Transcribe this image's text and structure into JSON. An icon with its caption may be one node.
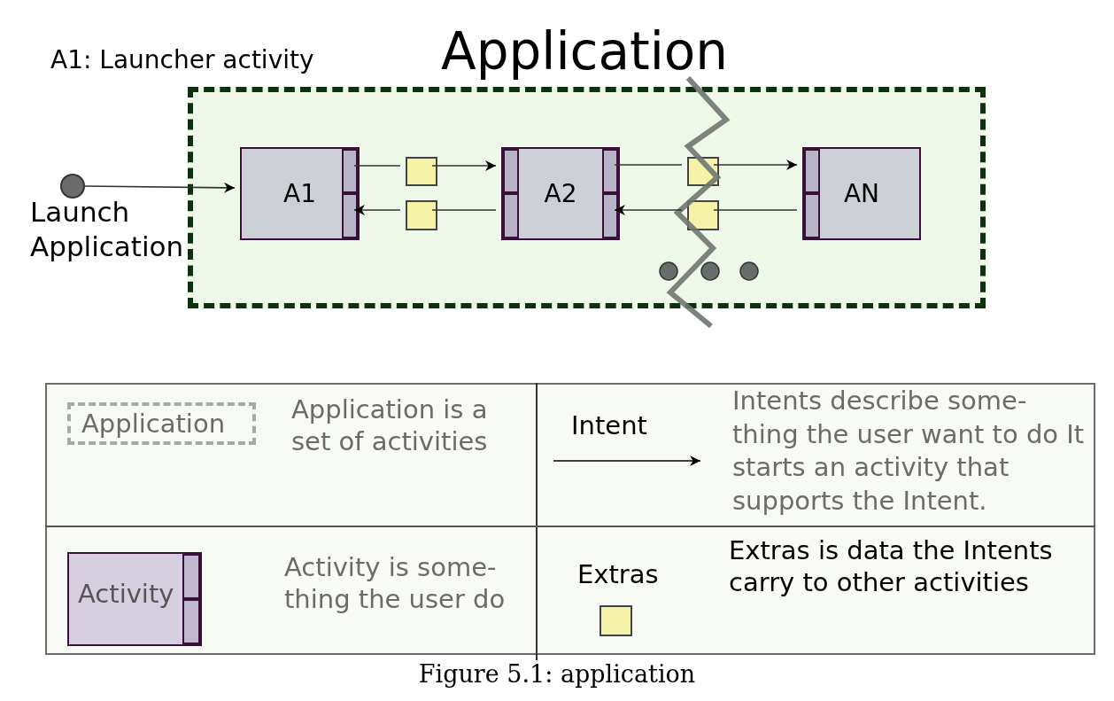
{
  "diagram": {
    "caption": "Figure 5.1: application",
    "nodes": [
      {
        "text": [
          "Application"
        ]
      },
      {
        "text": [
          "A1"
        ],
        "in": 0
      },
      {
        "text": [
          "A2"
        ],
        "in": 0
      },
      {
        "text": [
          "AN"
        ],
        "in": 0
      },
      {
        "text": [],
        "shape": "box",
        "in": 0
      },
      {
        "text": [],
        "shape": "box",
        "in": 0
      },
      {
        "text": [],
        "shape": "box",
        "in": 0
      },
      {
        "text": [],
        "shape": "box",
        "in": 0
      },
      {
        "text": [],
        "shape": "circle",
        "beside": [
          "Launch Application"
        ]
      }
    ],
    "edges": [
      {
        "from": 8,
        "to": 1,
        "arrow": "to"
      },
      {
        "from": 1,
        "to": 4,
        "arrow": "none"
      },
      {
        "from": 4,
        "to": 2,
        "arrow": "to"
      },
      {
        "from": 2,
        "to": 5,
        "arrow": "none"
      },
      {
        "from": 5,
        "to": 1,
        "arrow": "to"
      },
      {
        "from": 2,
        "to": 6,
        "arrow": "none"
      },
      {
        "from": 6,
        "to": 3,
        "arrow": "to"
      },
      {
        "from": 3,
        "to": 7,
        "arrow": "none"
      },
      {
        "from": 7,
        "to": 2,
        "arrow": "to"
      }
    ],
    "labels": [
      "A1: Launcher activity",
      "Application",
      "Application is a set of activities",
      "Intent",
      "Intents describe some-thing the user want to do It starts an activity that supports the Intent.",
      "Activity",
      "Activity is some-thing the user do",
      "Extras",
      "Extras is data the Intents carry to other activities"
    ]
  }
}
